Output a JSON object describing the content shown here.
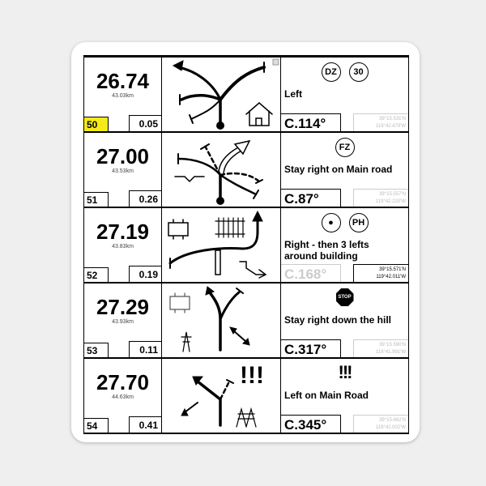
{
  "rows": [
    {
      "num": "50",
      "total": "26.74",
      "km": "43.03km",
      "partial": "0.05",
      "signs": [
        "DZ",
        "30"
      ],
      "instruction": "Left",
      "cap": "C.114°",
      "lat": "39°15.531'N",
      "lon": "119°42.479'W",
      "highlight": true
    },
    {
      "num": "51",
      "total": "27.00",
      "km": "43.53km",
      "partial": "0.26",
      "signs": [
        "FZ"
      ],
      "instruction": "Stay right on Main road",
      "cap": "C.87°",
      "lat": "39°15.557'N",
      "lon": "119°42.220'W"
    },
    {
      "num": "52",
      "total": "27.19",
      "km": "43.83km",
      "partial": "0.19",
      "signs": [
        "PH"
      ],
      "instruction": "Right - then 3 lefts around building",
      "cap": "C.168°",
      "lat": "39°15.571'N",
      "lon": "119°42.011'W"
    },
    {
      "num": "53",
      "total": "27.29",
      "km": "43.93km",
      "partial": "0.11",
      "stop": "STOP",
      "instruction": "Stay right down the hill",
      "cap": "C.317°",
      "lat": "39°15.590'N",
      "lon": "119°41.991'W"
    },
    {
      "num": "54",
      "total": "27.70",
      "km": "44.63km",
      "partial": "0.41",
      "danger": "!!!",
      "instruction": "Left on Main Road",
      "cap": "C.345°",
      "lat": "39°15.662'N",
      "lon": "119°42.002'W"
    }
  ],
  "colors": {
    "highlight": "#f5ea1a"
  }
}
